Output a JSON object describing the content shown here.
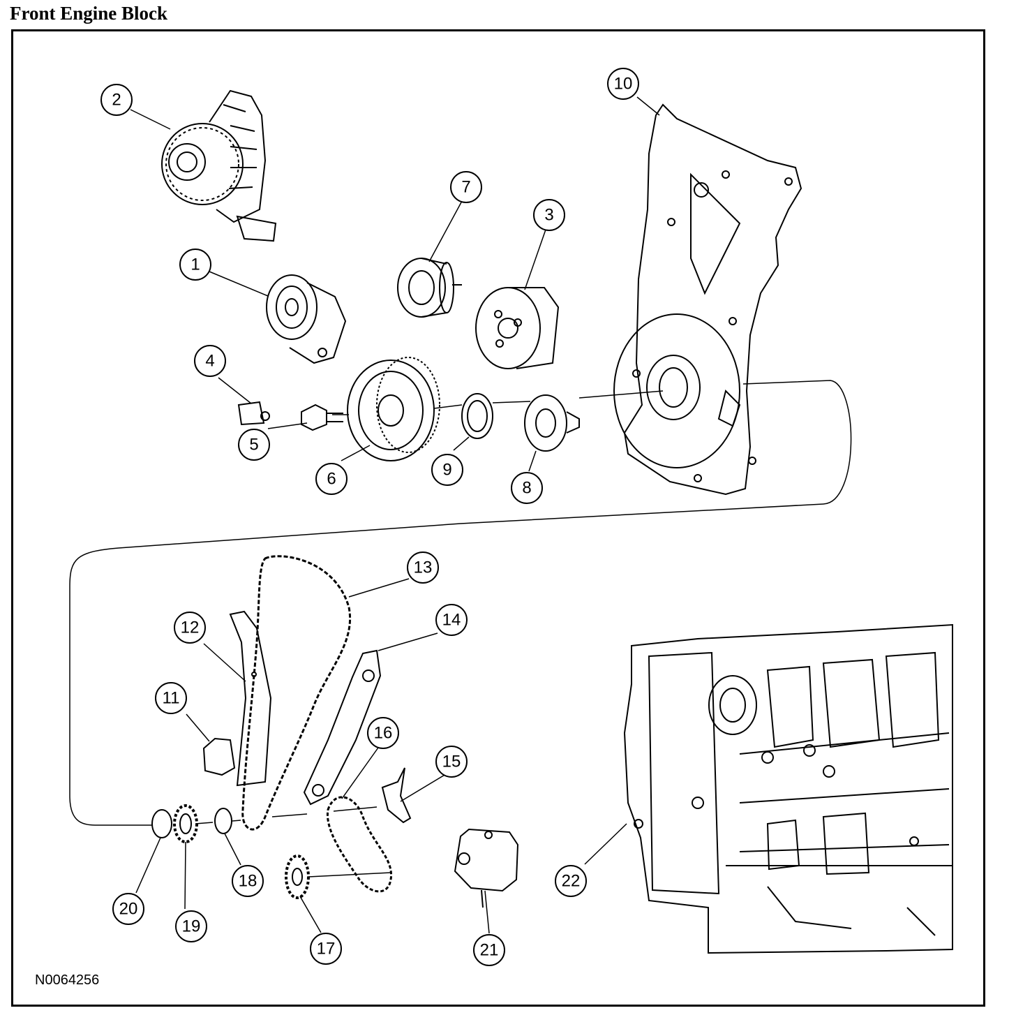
{
  "title": "Front Engine Block",
  "figure_id": "N0064256",
  "callouts": [
    {
      "label": "1"
    },
    {
      "label": "2"
    },
    {
      "label": "3"
    },
    {
      "label": "4"
    },
    {
      "label": "5"
    },
    {
      "label": "6"
    },
    {
      "label": "7"
    },
    {
      "label": "8"
    },
    {
      "label": "9"
    },
    {
      "label": "10"
    },
    {
      "label": "11"
    },
    {
      "label": "12"
    },
    {
      "label": "13"
    },
    {
      "label": "14"
    },
    {
      "label": "15"
    },
    {
      "label": "16"
    },
    {
      "label": "17"
    },
    {
      "label": "18"
    },
    {
      "label": "19"
    },
    {
      "label": "20"
    },
    {
      "label": "21"
    },
    {
      "label": "22"
    }
  ]
}
